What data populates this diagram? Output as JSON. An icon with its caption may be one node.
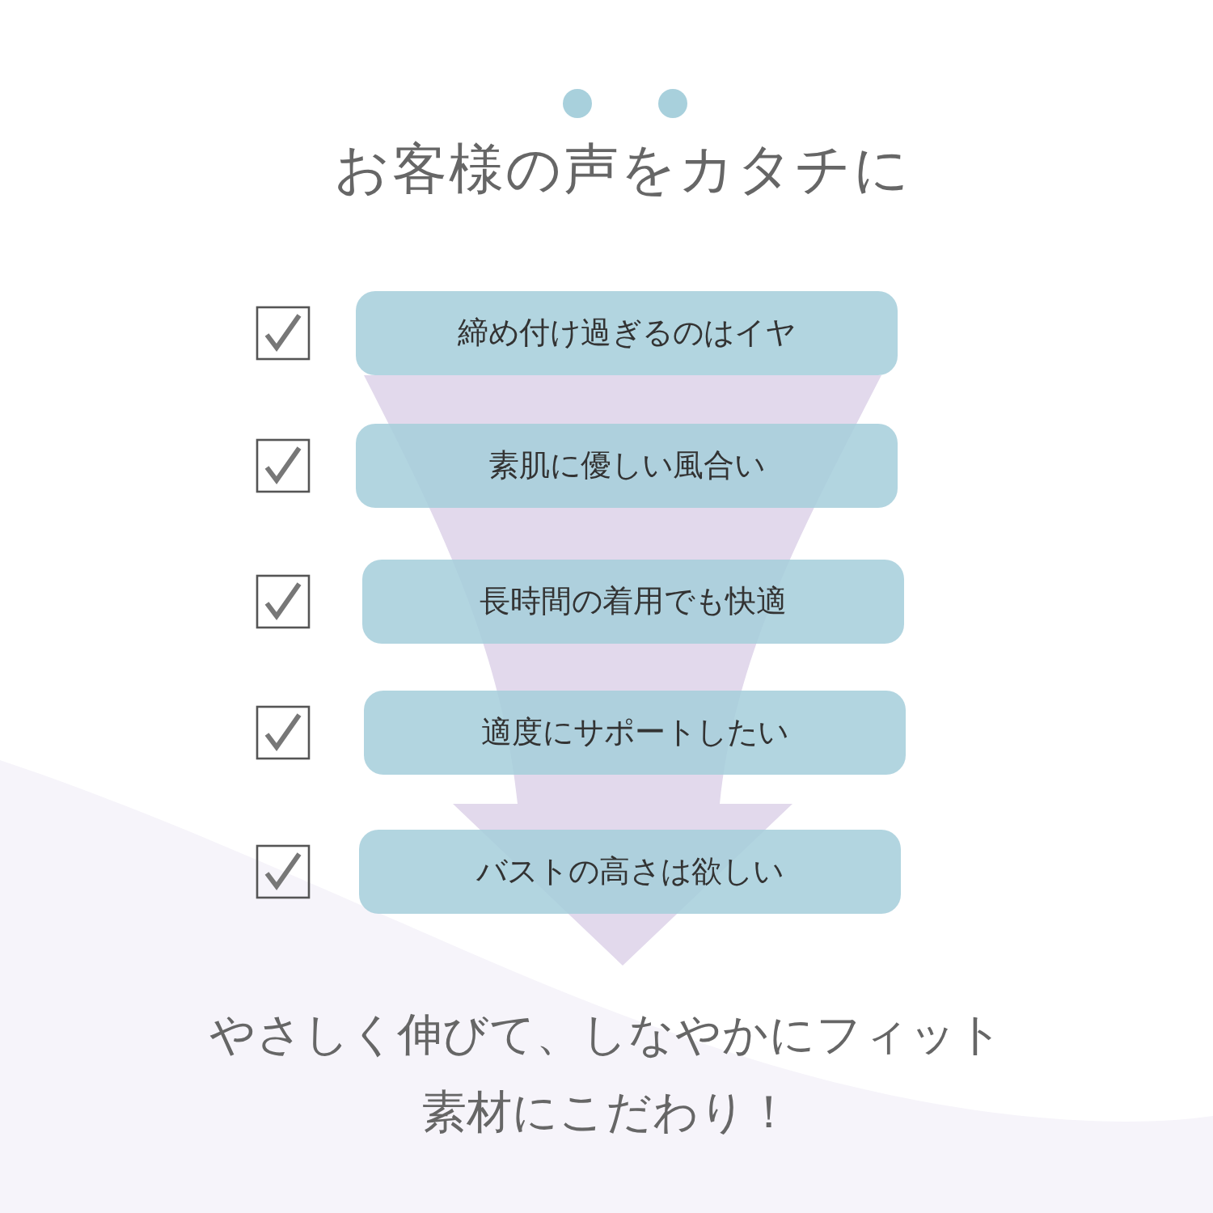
{
  "diagram": {
    "title": "お客様の声をカタチに",
    "nodes": [
      {
        "text": [
          "締め付け過ぎるのはイヤ"
        ]
      },
      {
        "text": [
          "素肌に優しい風合い"
        ]
      },
      {
        "text": [
          "長時間の着用でも快適"
        ]
      },
      {
        "text": [
          "適度にサポートしたい"
        ]
      },
      {
        "text": [
          "バストの高さは欲しい"
        ]
      }
    ],
    "caption": "やさしく伸びて、しなやかにフィット素材にこだわり！"
  }
}
